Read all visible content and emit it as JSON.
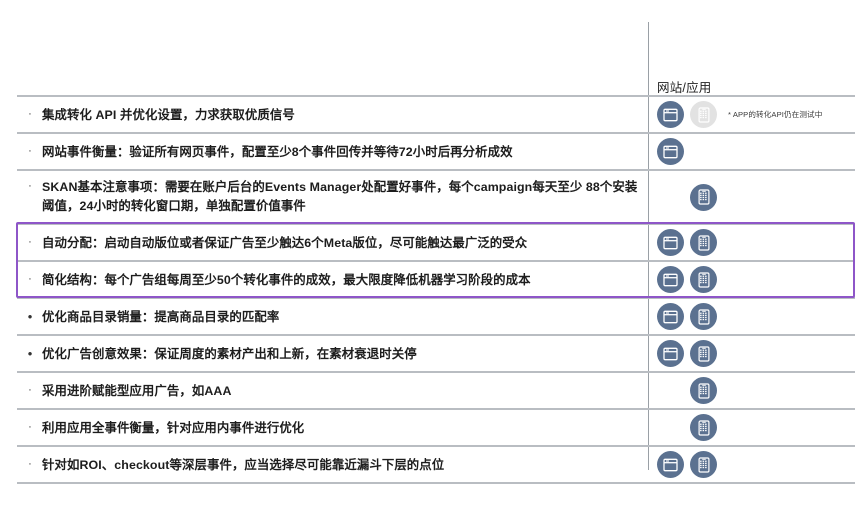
{
  "header": {
    "column_label": "网站/应用"
  },
  "rows": [
    {
      "bullet": "·",
      "bullet_style": "dash",
      "text": "集成转化 API 并优化设置，力求获取优质信号",
      "web": "active",
      "mobile": "muted",
      "note": "* APP的转化API仍在测试中",
      "highlighted": false
    },
    {
      "bullet": "·",
      "bullet_style": "dash",
      "text": "网站事件衡量：验证所有网页事件，配置至少8个事件回传并等待72小时后再分析成效",
      "web": "active",
      "mobile": "none",
      "note": "",
      "highlighted": false
    },
    {
      "bullet": "·",
      "bullet_style": "dash",
      "text": "SKAN基本注意事项：需要在账户后台的Events Manager处配置好事件，每个campaign每天至少 88个安装阈值，24小时的转化窗口期，单独配置价值事件",
      "web": "none",
      "mobile": "active",
      "note": "",
      "highlighted": false
    },
    {
      "bullet": "·",
      "bullet_style": "dash",
      "text": "自动分配：启动自动版位或者保证广告至少触达6个Meta版位，尽可能触达最广泛的受众",
      "web": "active",
      "mobile": "active",
      "note": "",
      "highlighted": true
    },
    {
      "bullet": "·",
      "bullet_style": "dash",
      "text": "简化结构：每个广告组每周至少50个转化事件的成效，最大限度降低机器学习阶段的成本",
      "web": "active",
      "mobile": "active",
      "note": "",
      "highlighted": true
    },
    {
      "bullet": "•",
      "bullet_style": "round",
      "text": "优化商品目录销量：提高商品目录的匹配率",
      "web": "active",
      "mobile": "active",
      "note": "",
      "highlighted": false
    },
    {
      "bullet": "•",
      "bullet_style": "round",
      "text": "优化广告创意效果：保证周度的素材产出和上新，在素材衰退时关停",
      "web": "active",
      "mobile": "active",
      "note": "",
      "highlighted": false
    },
    {
      "bullet": "·",
      "bullet_style": "dash",
      "text": "采用进阶赋能型应用广告，如AAA",
      "web": "none",
      "mobile": "active",
      "note": "",
      "highlighted": false
    },
    {
      "bullet": "·",
      "bullet_style": "dash",
      "text": "利用应用全事件衡量，针对应用内事件进行优化",
      "web": "none",
      "mobile": "active",
      "note": "",
      "highlighted": false
    },
    {
      "bullet": "·",
      "bullet_style": "dash",
      "text": "针对如ROI、checkout等深层事件，应当选择尽可能靠近漏斗下层的点位",
      "web": "active",
      "mobile": "active",
      "note": "",
      "highlighted": false
    }
  ],
  "icons": {
    "web_icon_name": "browser-window-icon",
    "mobile_icon_name": "mobile-phone-icon"
  },
  "colors": {
    "icon_active": "#5b7190",
    "icon_muted": "#e2e2e2",
    "highlight_border": "#8e56c8",
    "row_rule": "#b9bdc2",
    "divider": "#9aa0a6",
    "text": "#1d1d1d",
    "background": "#ffffff"
  }
}
